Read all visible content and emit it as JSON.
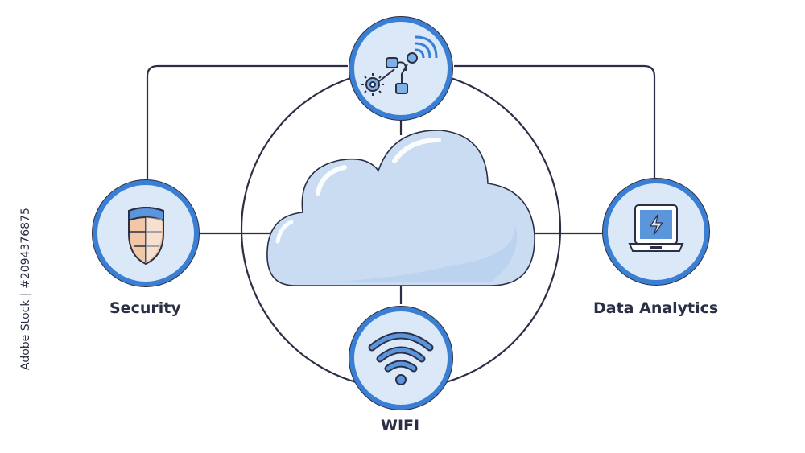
{
  "labels": {
    "security": "Security",
    "data_analytics": "Data Analytics",
    "wifi": "WIFI"
  },
  "stock_id": "Adobe Stock | #2094376875",
  "icons": {
    "top": "network-gear-icon",
    "left": "shield-icon",
    "right": "laptop-bolt-icon",
    "bottom": "wifi-icon",
    "center": "cloud-icon"
  },
  "colors": {
    "ring": "#3b7fd4",
    "node_fill": "#dbe8f7",
    "line": "#2a2f45",
    "cloud": "#c9dcf2",
    "cloud_shade": "#b5cfee",
    "accent_orange": "#f2c7a6"
  }
}
